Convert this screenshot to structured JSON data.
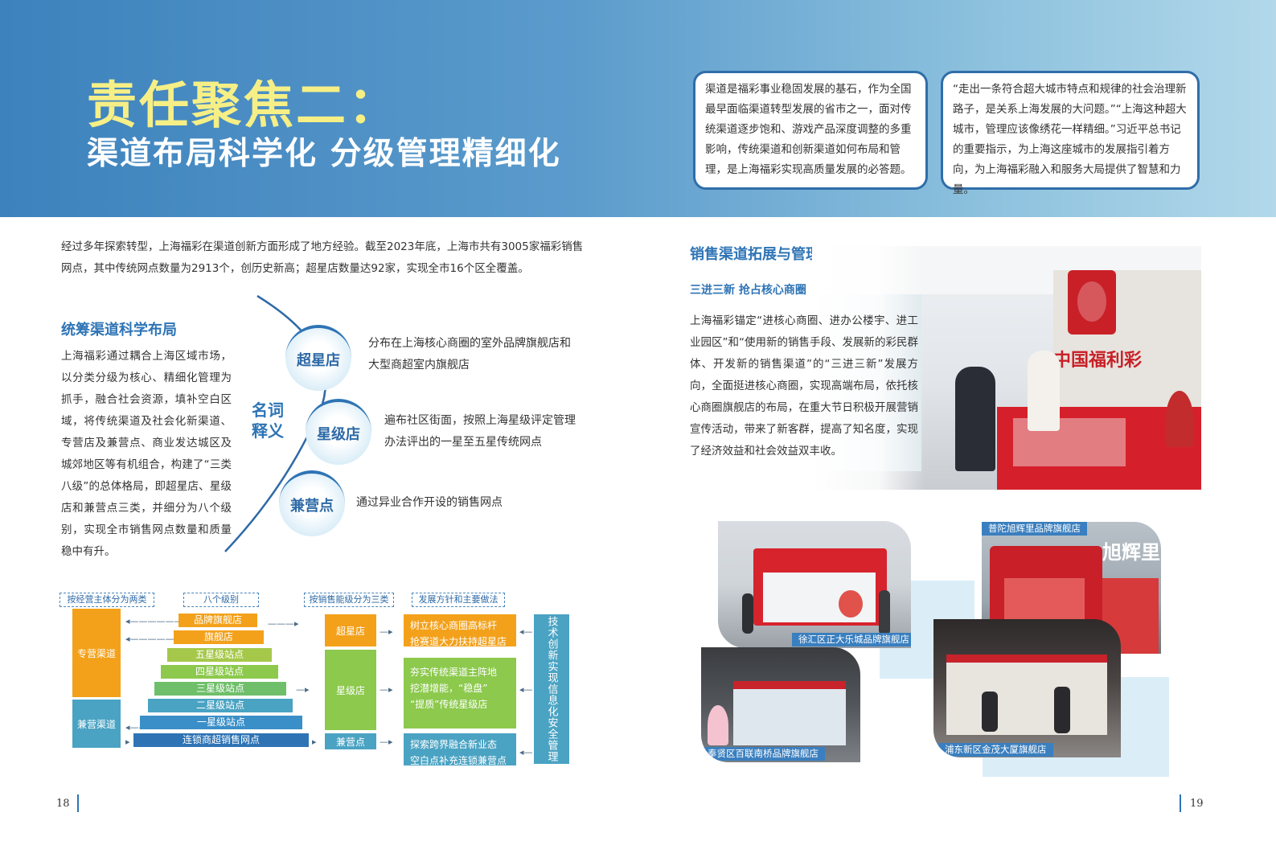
{
  "header": {
    "title_line1": "责任聚焦二：",
    "title_line2": "渠道布局科学化 分级管理精细化",
    "quote1": "渠道是福彩事业稳固发展的基石，作为全国最早面临渠道转型发展的省市之一，面对传统渠道逐步饱和、游戏产品深度调整的多重影响，传统渠道和创新渠道如何布局和管理，是上海福彩实现高质量发展的必答题。",
    "quote2": "“走出一条符合超大城市特点和规律的社会治理新路子，是关系上海发展的大问题。”“上海这种超大城市，管理应该像绣花一样精细。”习近平总书记的重要指示，为上海这座城市的发展指引着方向，为上海福彩融入和服务大局提供了智慧和力量。"
  },
  "left": {
    "intro": "经过多年探索转型，上海福彩在渠道创新方面形成了地方经验。截至2023年底，上海市共有3005家福彩销售网点，其中传统网点数量为2913个，创历史新高；超星店数量达92家，实现全市16个区全覆盖。",
    "section1_heading": "统筹渠道科学布局",
    "section1_body": "上海福彩通过耦合上海区域市场，以分类分级为核心、精细化管理为抓手，融合社会资源，填补空白区域，将传统渠道及社会化新渠道、专营店及兼营点、商业发达城区及城郊地区等有机组合，构建了“三类八级”的总体格局，即超星店、星级店和兼营点三类，并细分为八个级别，实现全市销售网点数量和质量稳中有升。",
    "term_label": "名词释义",
    "terms": [
      {
        "name": "超星店",
        "desc": "分布在上海核心商圈的室外品牌旗舰店和大型商超室内旗舰店"
      },
      {
        "name": "星级店",
        "desc": "遍布社区街面，按照上海星级评定管理办法评出的一星至五星传统网点"
      },
      {
        "name": "兼营点",
        "desc": "通过异业合作开设的销售网点"
      }
    ]
  },
  "diagram": {
    "labels": [
      "按经营主体分为两类",
      "八个级别",
      "按销售能级分为三类",
      "发展方针和主要做法"
    ],
    "operators": [
      "专营渠道",
      "兼营渠道"
    ],
    "tiers": [
      "品牌旗舰店",
      "旗舰店",
      "五星级站点",
      "四星级站点",
      "三星级站点",
      "二星级站点",
      "一星级站点",
      "连锁商超销售网点"
    ],
    "classes": [
      "超星店",
      "星级店",
      "兼营点"
    ],
    "actions": [
      [
        "树立核心商圈高标杆",
        "抢赛道大力扶持超星店"
      ],
      [
        "夯实传统渠道主阵地",
        "挖潜增能，“稳盘”",
        "“提质”传统星级店"
      ],
      [
        "探索跨界融合新业态",
        "空白点补充连锁兼营点"
      ]
    ],
    "tech": "技术创新实现信息化安全管理"
  },
  "right": {
    "section2_heading": "销售渠道拓展与管理",
    "section2_sub": "三进三新 抢占核心商圈",
    "section2_body": "上海福彩锚定“进核心商圈、进办公楼宇、进工业园区”和“使用新的销售手段、发展新的彩民群体、开发新的销售渠道”的“三进三新”发展方向，全面挺进核心商圈，实现高端布局，依托核心商圈旗舰店的布局，在重大节日积极开展营销宣传活动，带来了新客群，提高了知名度，实现了经济效益和社会效益双丰收。",
    "photo_sign": "中国福利彩",
    "photo_sign2": "旭辉里",
    "captions": [
      "徐汇区正大乐城品牌旗舰店",
      "普陀旭辉里品牌旗舰店",
      "奉贤区百联南桥品牌旗舰店",
      "浦东新区金茂大厦旗舰店"
    ]
  },
  "pages": {
    "left": "18",
    "right": "19"
  },
  "colors": {
    "accent": "#2e74b5",
    "orange": "#f3a11b",
    "green": "#8cc94d",
    "teal": "#4aa3c3"
  }
}
